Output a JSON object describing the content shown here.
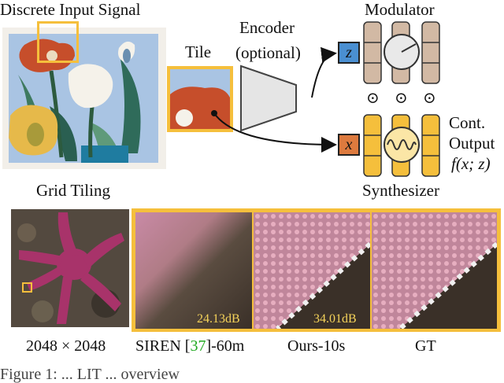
{
  "top": {
    "discrete_input_signal": "Discrete Input Signal",
    "grid_tiling": "Grid Tiling",
    "tile": "Tile",
    "encoder_line1": "Encoder",
    "encoder_line2": "(optional)",
    "modulator": "Modulator",
    "synthesizer": "Synthesizer",
    "latent_symbol": "z",
    "input_symbol": "x",
    "output_line1": "Cont.",
    "output_line2": "Output",
    "output_formula": "f(x; z)",
    "product_symbol": "⊙"
  },
  "bottom": {
    "image_size_label": "2048 × 2048",
    "siren_prefix": "SIREN [",
    "siren_ref": "37",
    "siren_suffix": "]-60m",
    "ours_label": "Ours-10s",
    "gt_label": "GT",
    "siren_psnr": "24.13dB",
    "ours_psnr": "34.01dB"
  },
  "caption_fragment": "Figure 1: ... LIT ... overview"
}
